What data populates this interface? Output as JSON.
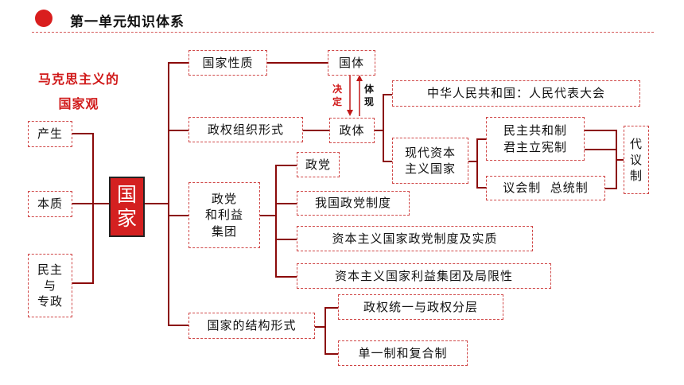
{
  "header": {
    "title": "第一单元知识体系"
  },
  "subtitle": {
    "line1": "马克思主义的",
    "line2": "国家观"
  },
  "left": {
    "production": "产生",
    "essence": "本质",
    "democracy_dictatorship": [
      "民主",
      "与",
      "专政"
    ]
  },
  "center": {
    "state": [
      "国",
      "家"
    ]
  },
  "branches": {
    "nature": "国家性质",
    "state_system": "国体",
    "decide": [
      "决",
      "定"
    ],
    "embody": [
      "体",
      "现"
    ],
    "organization": "政权组织形式",
    "government_form": "政体",
    "prc": "中华人民共和国：人民代表大会",
    "capitalist": [
      "现代资本",
      "主义国家"
    ],
    "republic_monarchy": [
      "民主共和制",
      "君主立宪制"
    ],
    "parliament_president": "议会制  总统制",
    "representative": [
      "代",
      "议",
      "制"
    ],
    "parties_groups": [
      "政党",
      "和利益",
      "集团"
    ],
    "party": "政党",
    "our_party_system": "我国政党制度",
    "capitalist_party": "资本主义国家政党制度及实质",
    "capitalist_interest": "资本主义国家利益集团及局限性",
    "structure": "国家的结构形式",
    "unity_layering": "政权统一与政权分层",
    "unitary_compound": "单一制和复合制"
  }
}
